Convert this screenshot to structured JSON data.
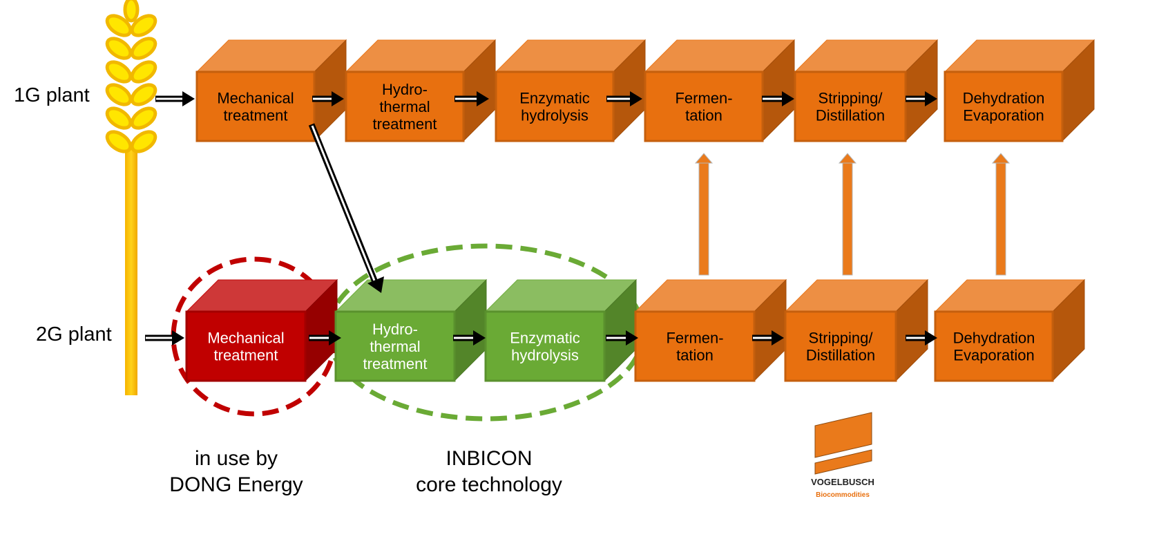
{
  "rows": {
    "first_gen_label": "1G plant",
    "second_gen_label": "2G plant"
  },
  "first_gen_steps": [
    {
      "lines": [
        "Mechanical",
        "treatment"
      ]
    },
    {
      "lines": [
        "Hydro-",
        "thermal",
        "treatment"
      ]
    },
    {
      "lines": [
        "Enzymatic",
        "hydrolysis"
      ]
    },
    {
      "lines": [
        "Fermen-",
        "tation"
      ]
    },
    {
      "lines": [
        "Stripping/",
        "Distillation"
      ]
    },
    {
      "lines": [
        "Dehydration",
        "Evaporation"
      ]
    }
  ],
  "second_gen_steps": [
    {
      "lines": [
        "Mechanical",
        "treatment"
      ]
    },
    {
      "lines": [
        "Hydro-",
        "thermal",
        "treatment"
      ]
    },
    {
      "lines": [
        "Enzymatic",
        "hydrolysis"
      ]
    },
    {
      "lines": [
        "Fermen-",
        "tation"
      ]
    },
    {
      "lines": [
        "Stripping/",
        "Distillation"
      ]
    },
    {
      "lines": [
        "Dehydration",
        "Evaporation"
      ]
    }
  ],
  "notes": {
    "dong_line1": "in use by",
    "dong_line2": "DONG Energy",
    "inbicon_line1": "INBICON",
    "inbicon_line2": "core technology"
  },
  "logo": {
    "name": "VOGELBUSCH",
    "tagline": "Biocommodities"
  },
  "colors": {
    "orange": "#e8700f",
    "red": "#c00000",
    "green": "#6aaa35",
    "dong_text": "#c00000",
    "inbicon_text": "#6aaa35",
    "wheat": "#ffe600"
  }
}
